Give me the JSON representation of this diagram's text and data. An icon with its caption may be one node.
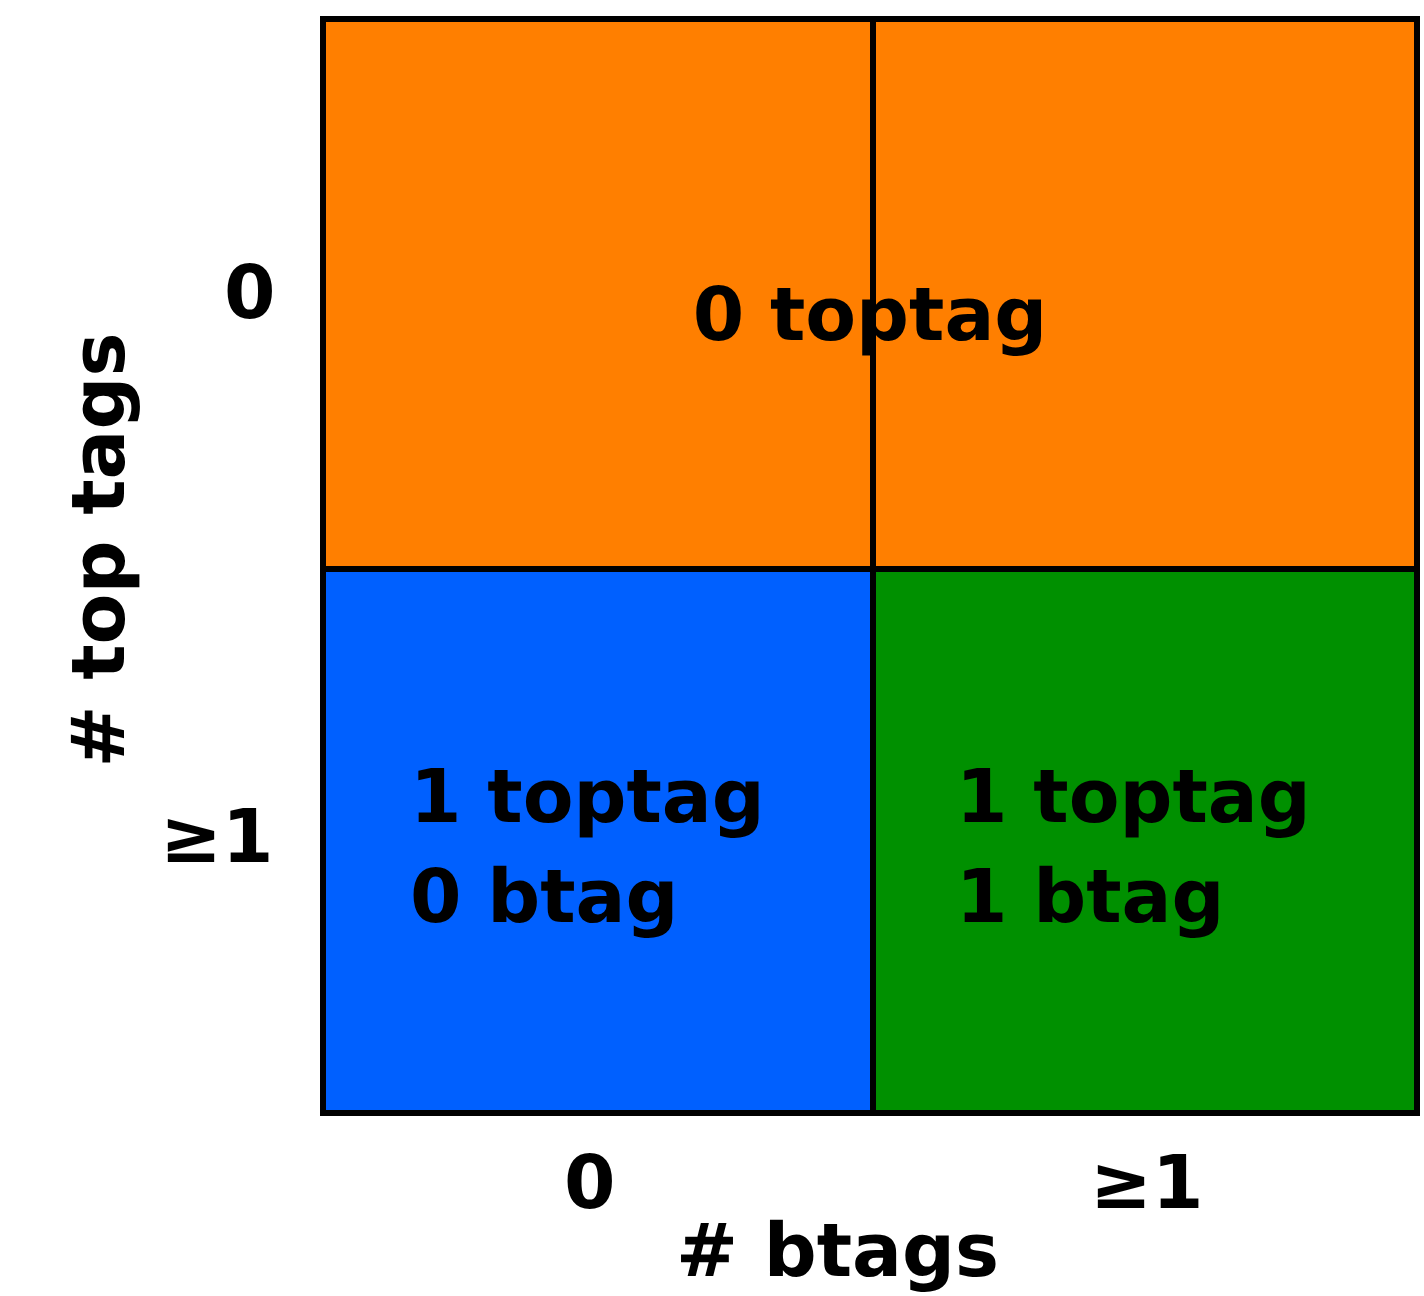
{
  "diagram": {
    "nodes": [
      {
        "text": [
          "0 toptag"
        ]
      },
      {
        "text": [
          "1 toptag 0 btag"
        ]
      },
      {
        "text": [
          "1 toptag 1 btag"
        ]
      }
    ],
    "labels": [
      "0",
      "# top tags",
      "≥1",
      "0",
      "≥1",
      "# btags"
    ]
  }
}
